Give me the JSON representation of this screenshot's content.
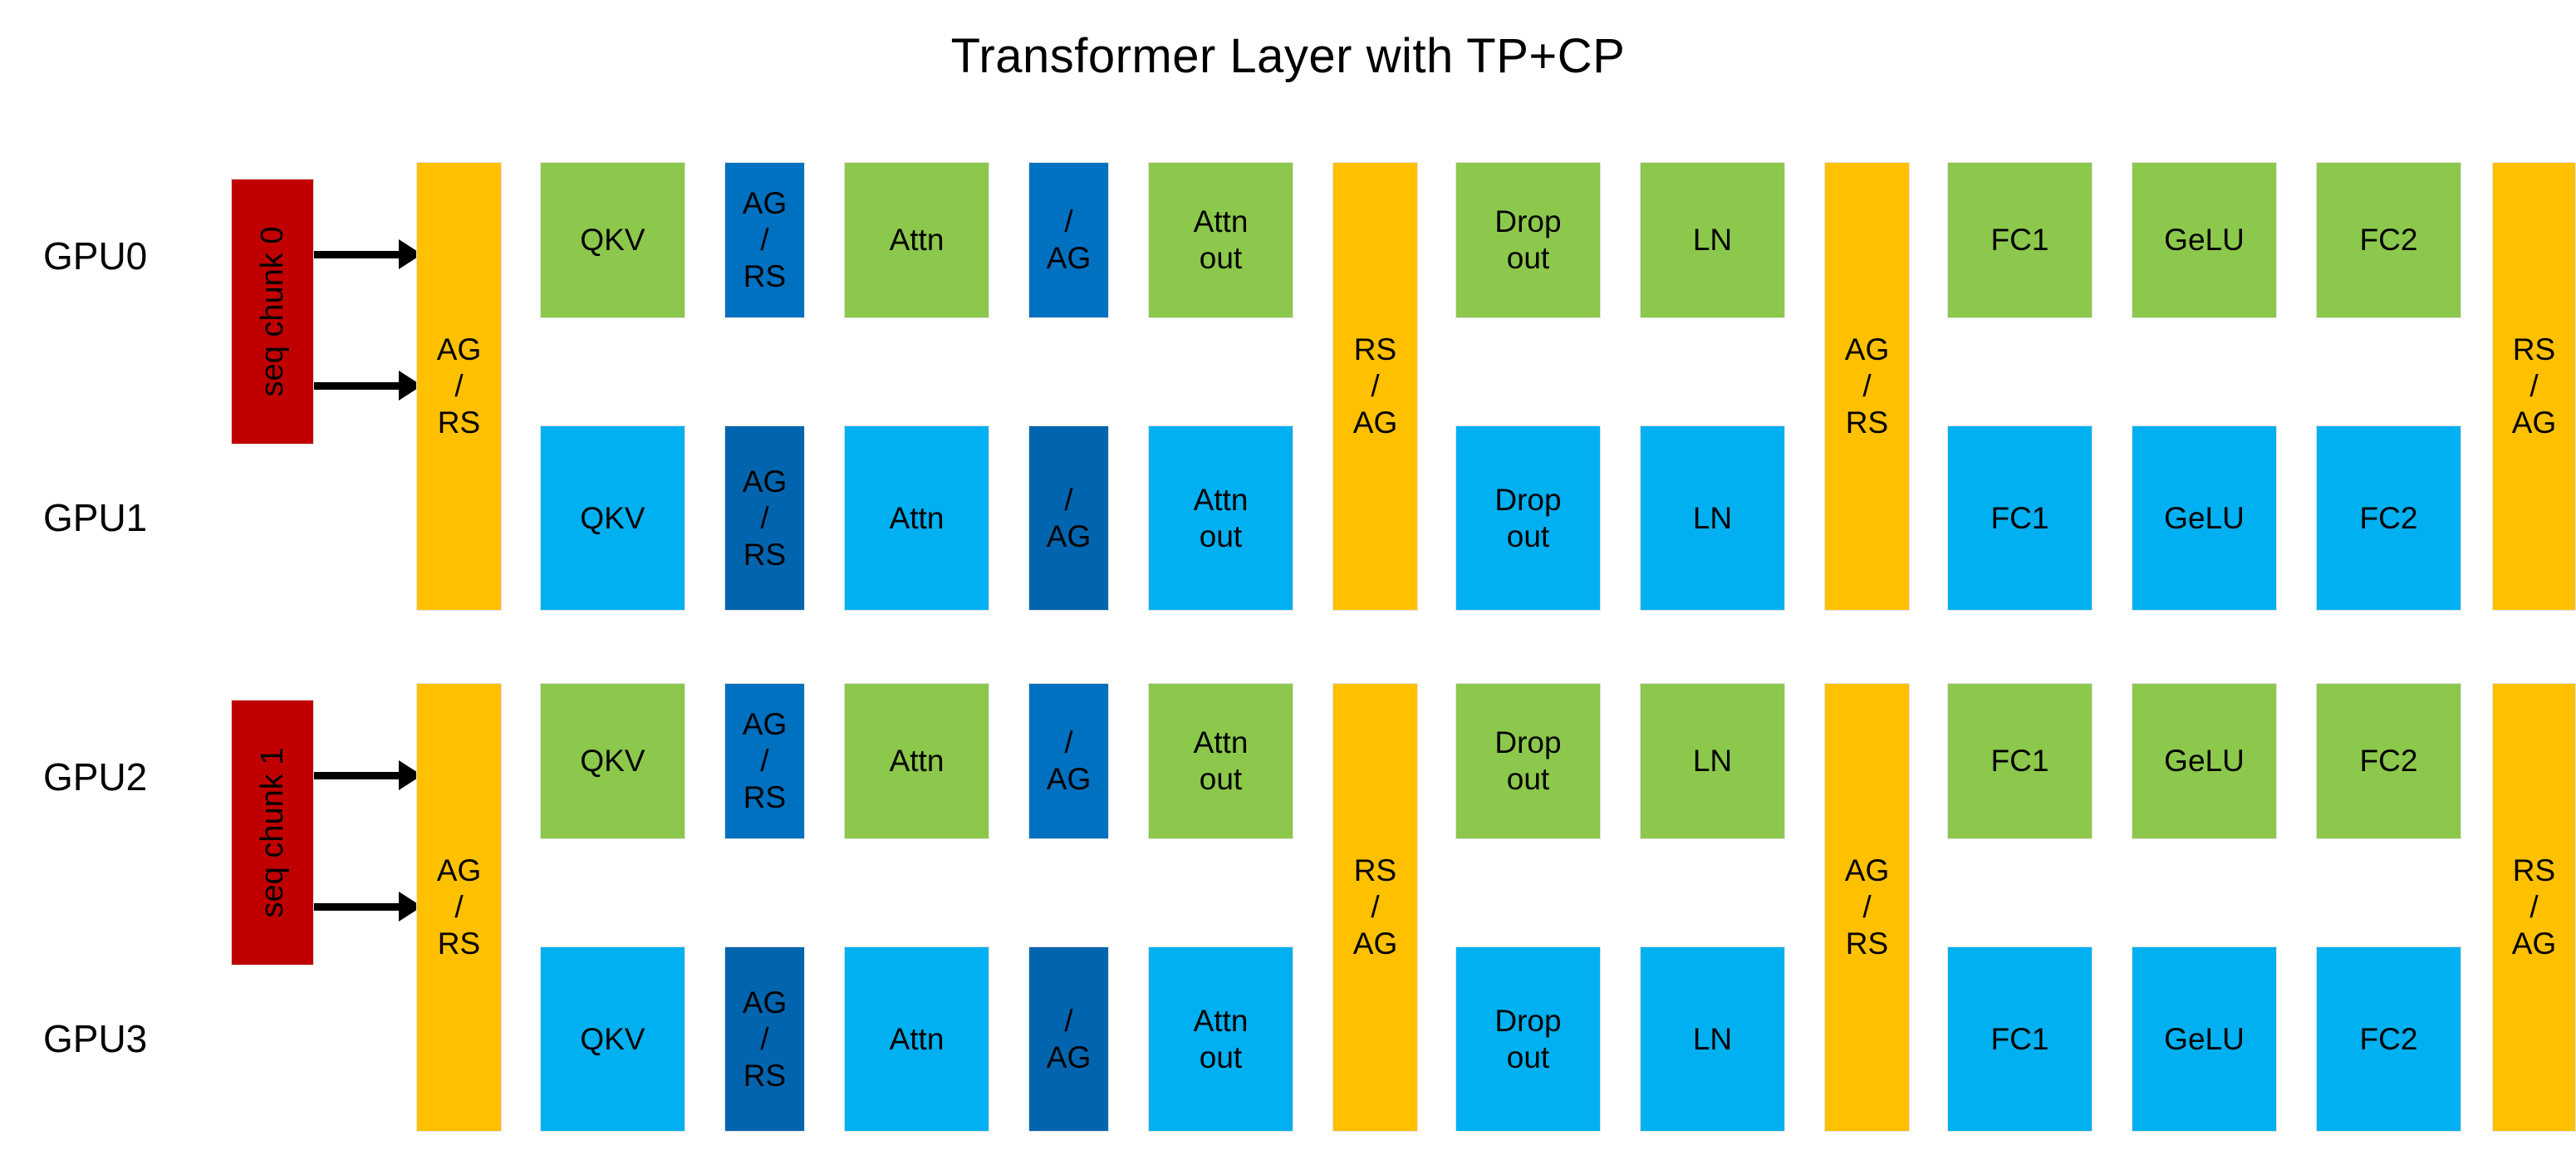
{
  "title": "Transformer Layer with TP+CP",
  "colors": {
    "green": "#8CC84B",
    "cyan": "#00B0F0",
    "dark_blue": "#0070C0",
    "dark_blue_alt": "#0065AE",
    "yellow": "#FFC000",
    "red": "#C00000",
    "background": "#FFFFFF",
    "text": "#000000"
  },
  "sections": [
    {
      "seq_chunk_label": "seq chunk 0",
      "gpu_labels": [
        "GPU0",
        "GPU1"
      ],
      "row_top_ops": [
        "QKV",
        "AG\n/\nRS",
        "Attn",
        "/\nAG",
        "Attn\nout",
        "Drop\nout",
        "LN",
        "FC1",
        "GeLU",
        "FC2"
      ],
      "row_bottom_ops": [
        "QKV",
        "AG\n/\nRS",
        "Attn",
        "/\nAG",
        "Attn\nout",
        "Drop\nout",
        "LN",
        "FC1",
        "GeLU",
        "FC2"
      ],
      "comm_columns": [
        "AG\n/\nRS",
        "RS\n/\nAG",
        "AG\n/\nRS",
        "RS\n/\nAG"
      ]
    },
    {
      "seq_chunk_label": "seq chunk 1",
      "gpu_labels": [
        "GPU2",
        "GPU3"
      ],
      "row_top_ops": [
        "QKV",
        "AG\n/\nRS",
        "Attn",
        "/\nAG",
        "Attn\nout",
        "Drop\nout",
        "LN",
        "FC1",
        "GeLU",
        "FC2"
      ],
      "row_bottom_ops": [
        "QKV",
        "AG\n/\nRS",
        "Attn",
        "/\nAG",
        "Attn\nout",
        "Drop\nout",
        "LN",
        "FC1",
        "GeLU",
        "FC2"
      ],
      "comm_columns": [
        "AG\n/\nRS",
        "RS\n/\nAG",
        "AG\n/\nRS",
        "RS\n/\nAG"
      ]
    }
  ],
  "legend_note": ""
}
